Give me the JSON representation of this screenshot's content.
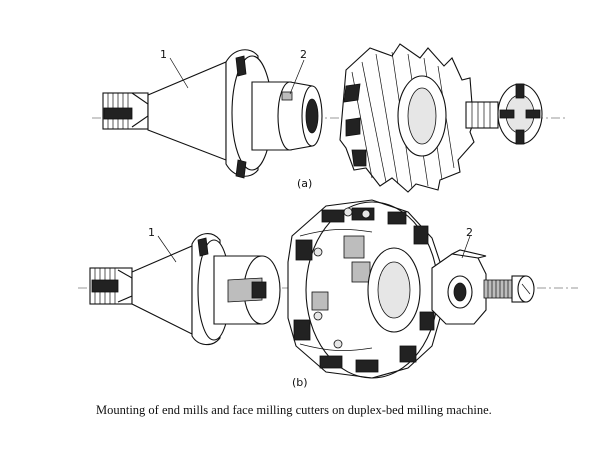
{
  "figure": {
    "label_a_1": "1",
    "label_a_2": "2",
    "sublabel_a": "(a)",
    "label_b_1": "1",
    "label_b_2": "2",
    "sublabel_b": "(b)",
    "caption": "Mounting of end mills and face milling cutters on duplex-bed milling machine."
  }
}
